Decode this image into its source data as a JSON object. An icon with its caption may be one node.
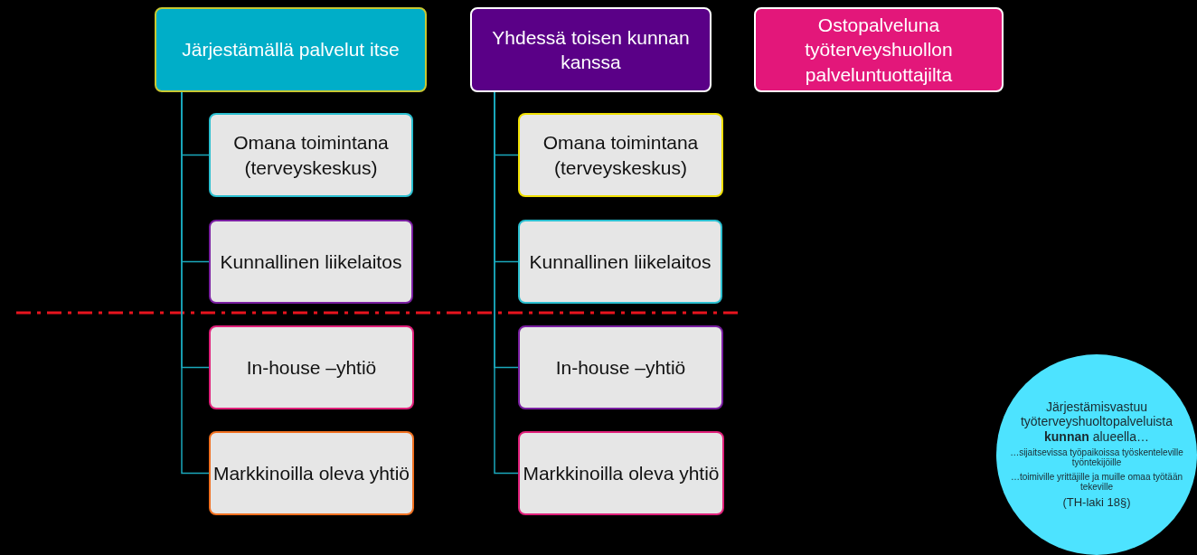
{
  "diagram": {
    "nodes": [
      {
        "text": [
          "Järjestämällä palvelut itse"
        ]
      },
      {
        "text": [
          "Omana toimintana (terveyskeskus)"
        ]
      },
      {
        "text": [
          "Kunnallinen liikelaitos"
        ]
      },
      {
        "text": [
          "In-house –yhtiö"
        ]
      },
      {
        "text": [
          "Markkinoilla oleva yhtiö"
        ]
      },
      {
        "text": [
          "Yhdessä toisen kunnan kanssa"
        ]
      },
      {
        "text": [
          "Omana toimintana (terveyskeskus)"
        ]
      },
      {
        "text": [
          "Kunnallinen liikelaitos"
        ]
      },
      {
        "text": [
          "In-house –yhtiö"
        ]
      },
      {
        "text": [
          "Markkinoilla oleva yhtiö"
        ]
      },
      {
        "text": [
          "Ostopalveluna työterveyshuollon palveluntuottajilta"
        ]
      },
      {
        "text": [
          "Järjestämisvastuu työterveyshuoltopalveluista **kunnan** alueella…",
          "…sijaitsevissa työpaikoissa työskenteleville työntekijöille",
          "…toimiville yrittäjille ja muille omaa työtään tekeville",
          "(TH-laki 18§)"
        ]
      }
    ],
    "edges": [
      {
        "from": 0,
        "to": 1,
        "arrow": "none"
      },
      {
        "from": 0,
        "to": 2,
        "arrow": "none"
      },
      {
        "from": 0,
        "to": 3,
        "arrow": "none"
      },
      {
        "from": 0,
        "to": 4,
        "arrow": "none"
      },
      {
        "from": 5,
        "to": 6,
        "arrow": "none"
      },
      {
        "from": 5,
        "to": 7,
        "arrow": "none"
      },
      {
        "from": 5,
        "to": 8,
        "arrow": "none"
      },
      {
        "from": 5,
        "to": 9,
        "arrow": "none"
      }
    ]
  }
}
